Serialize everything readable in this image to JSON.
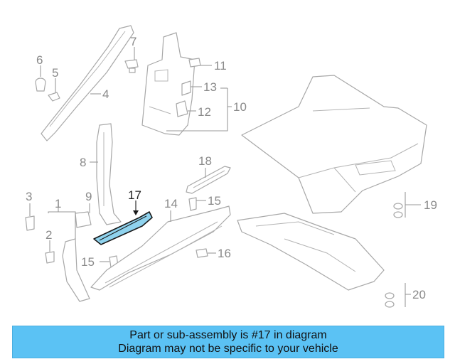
{
  "callouts": {
    "c1": "1",
    "c2": "2",
    "c3": "3",
    "c4": "4",
    "c5": "5",
    "c6": "6",
    "c7": "7",
    "c8": "8",
    "c9": "9",
    "c10": "10",
    "c11": "11",
    "c12": "12",
    "c13": "13",
    "c14": "14",
    "c15a": "15",
    "c15b": "15",
    "c16": "16",
    "c17": "17",
    "c18": "18",
    "c19": "19",
    "c20": "20"
  },
  "banner": {
    "line1": "Part or sub-assembly is #17 in diagram",
    "line2": "Diagram may not be specific to your vehicle"
  },
  "colors": {
    "banner_bg": "#5bc2f4",
    "highlight_part": "#8fd3ee",
    "line_art": "#a8a8a8"
  }
}
